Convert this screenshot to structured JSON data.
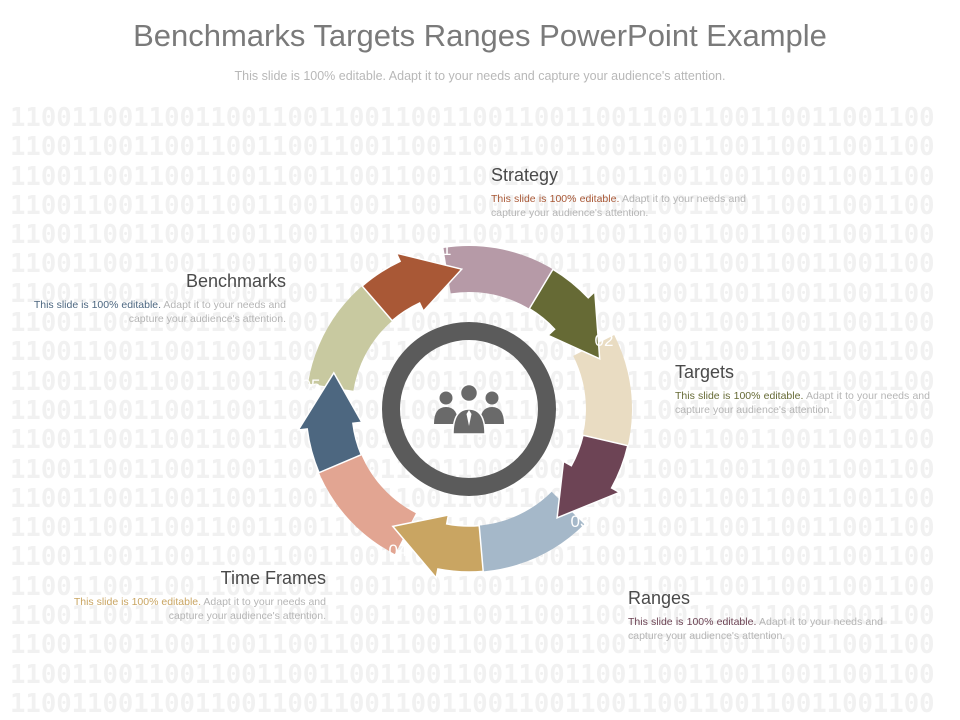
{
  "title": "Benchmarks Targets Ranges PowerPoint Example",
  "subtitle": "This slide is 100% editable. Adapt it to your needs and capture your audience's attention.",
  "background_pattern": "1100",
  "center_icon": "people-group-icon",
  "steps": [
    {
      "number": "01",
      "label": "Strategy",
      "text_highlight": "This slide is 100% editable.",
      "text_rest": " Adapt it to your needs and capture your audience's attention.",
      "color": "#a95836",
      "highlight_color": "#a95836"
    },
    {
      "number": "02",
      "label": "Targets",
      "text_highlight": "This slide is 100% editable.",
      "text_rest": " Adapt it to your needs and capture your audience's attention.",
      "color": "#666a35",
      "highlight_color": "#666a35"
    },
    {
      "number": "03",
      "label": "Ranges",
      "text_highlight": "This slide is 100% editable.",
      "text_rest": " Adapt it to your needs and capture your audience's attention.",
      "color": "#6d4455",
      "highlight_color": "#6d4455"
    },
    {
      "number": "04",
      "label": "Time Frames",
      "text_highlight": "This slide is 100% editable.",
      "text_rest": " Adapt it to your needs and capture your audience's attention.",
      "color": "#c9a562",
      "highlight_color": "#c9a562"
    },
    {
      "number": "05",
      "label": "Benchmarks",
      "text_highlight": "This slide is 100% editable.",
      "text_rest": " Adapt it to your needs and capture your audience's attention.",
      "color": "#4d6780",
      "highlight_color": "#4d6780"
    }
  ],
  "segment_colors": [
    "#c8c9a0",
    "#b69aa7",
    "#e9dcc2",
    "#a5b8c9",
    "#e2a592"
  ],
  "ring_color": "#5b5b5b"
}
